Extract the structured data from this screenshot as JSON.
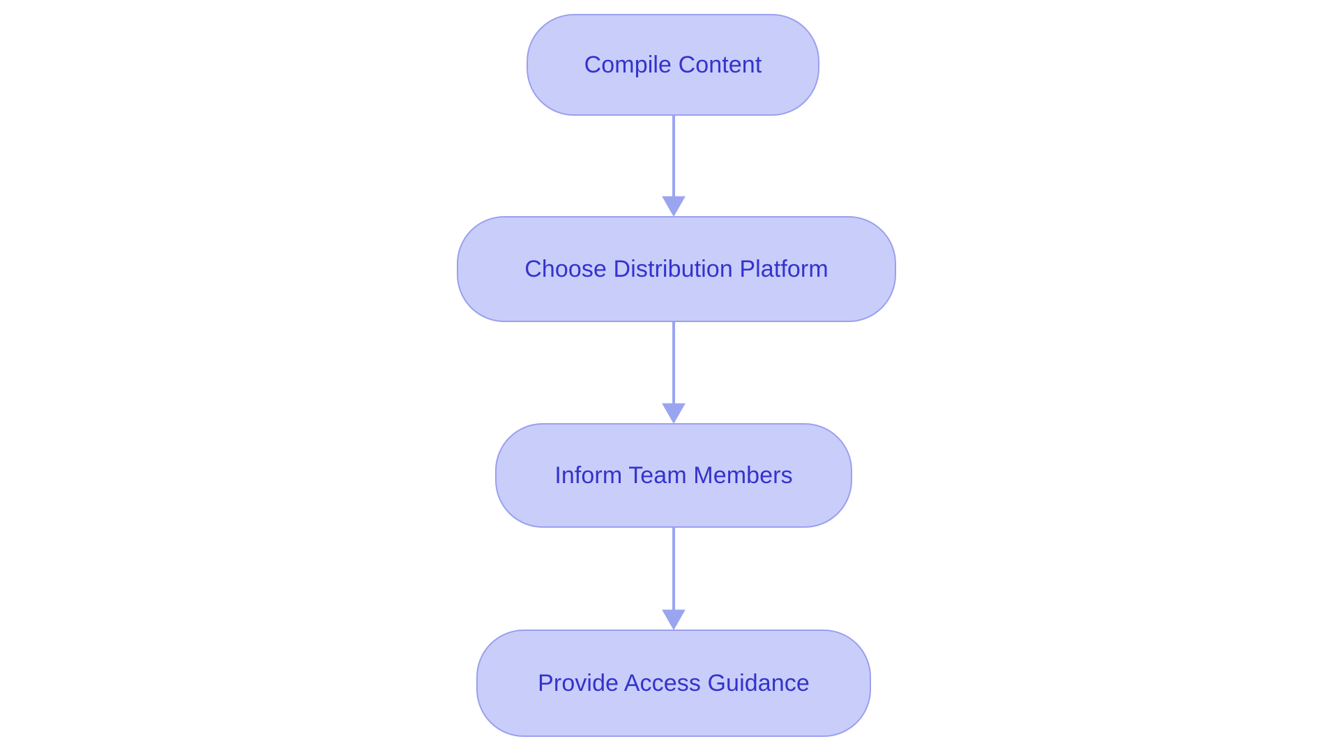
{
  "diagram": {
    "type": "flowchart",
    "orientation": "top-to-bottom",
    "title": "",
    "colors": {
      "node_fill": "#c9cdfa",
      "node_border": "#9aa0ee",
      "node_text": "#3333cc",
      "arrow": "#9aa5f0",
      "background": "#ffffff"
    },
    "nodes": [
      {
        "id": "compile-content",
        "label": "Compile Content",
        "shape": "rounded-rectangle",
        "order": 1
      },
      {
        "id": "choose-distribution-platform",
        "label": "Choose Distribution Platform",
        "shape": "rounded-rectangle",
        "order": 2
      },
      {
        "id": "inform-team-members",
        "label": "Inform Team Members",
        "shape": "rounded-rectangle",
        "order": 3
      },
      {
        "id": "provide-access-guidance",
        "label": "Provide Access Guidance",
        "shape": "rounded-rectangle",
        "order": 4
      }
    ],
    "edges": [
      {
        "id": "edge-1",
        "from": "compile-content",
        "to": "choose-distribution-platform",
        "label": "",
        "style": "solid-arrow"
      },
      {
        "id": "edge-2",
        "from": "choose-distribution-platform",
        "to": "inform-team-members",
        "label": "",
        "style": "solid-arrow"
      },
      {
        "id": "edge-3",
        "from": "inform-team-members",
        "to": "provide-access-guidance",
        "label": "",
        "style": "solid-arrow"
      }
    ]
  }
}
